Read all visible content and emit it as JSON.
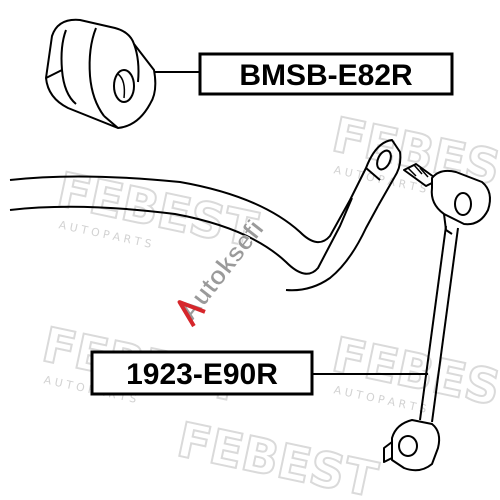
{
  "parts": [
    {
      "id": "bushing",
      "part_number": "BMSB-E82R"
    },
    {
      "id": "link",
      "part_number": "1923-E90R"
    }
  ],
  "watermark": {
    "brand": "FEBEST",
    "tagline": "A U T O   P A R T S",
    "overlay": "Autoksefi"
  },
  "colors": {
    "ink": "#000000",
    "watermark": "#dcdcdc",
    "overlay_red": "#d6262b",
    "overlay_grey": "#9a9a9a"
  }
}
